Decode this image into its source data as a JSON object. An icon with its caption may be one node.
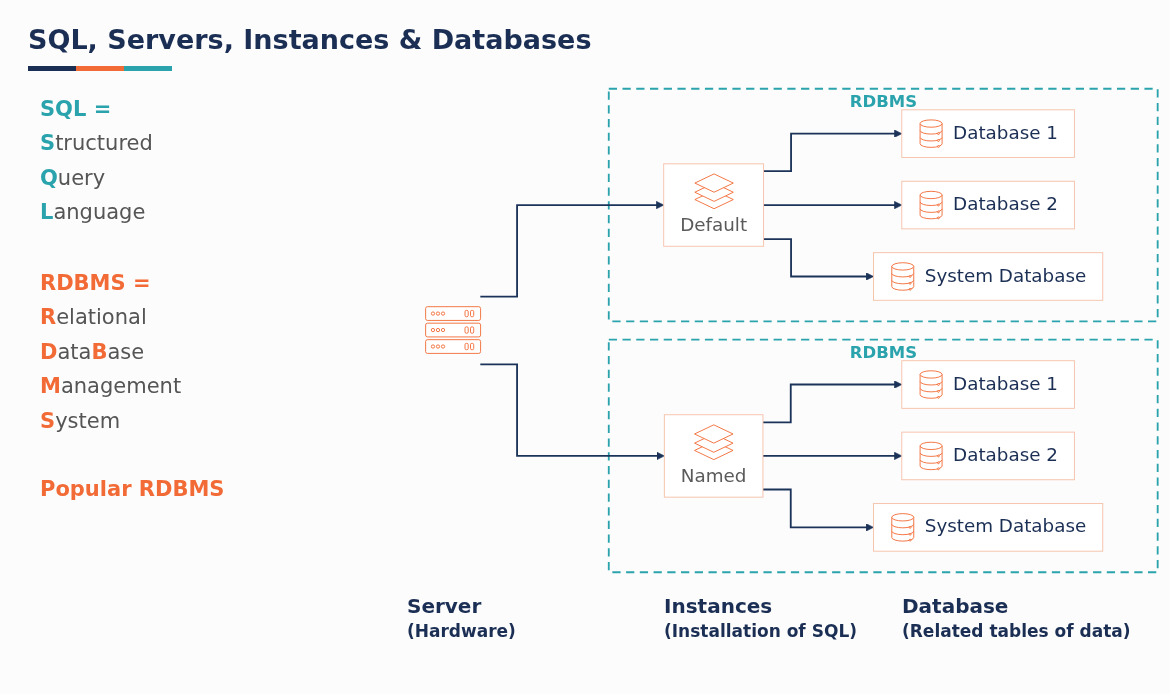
{
  "diagram": {
    "title": "SQL, Servers, Instances & Databases",
    "nodes": [
      {
        "text": [],
        "shape": "picture"
      },
      {
        "text": [
          "RDBMS"
        ]
      },
      {
        "text": [
          "Default"
        ],
        "in": 1
      },
      {
        "text": [
          "Database 1"
        ],
        "in": 1
      },
      {
        "text": [
          "Database 2"
        ],
        "in": 1
      },
      {
        "text": [
          "System Database"
        ],
        "in": 1
      },
      {
        "text": [
          "RDBMS"
        ]
      },
      {
        "text": [
          "Named"
        ],
        "in": 6
      },
      {
        "text": [
          "Database 1"
        ],
        "in": 6
      },
      {
        "text": [
          "Database 2"
        ],
        "in": 6
      },
      {
        "text": [
          "System Database"
        ],
        "in": 6
      }
    ],
    "edges": [
      {
        "from": 0,
        "to": 2,
        "arrow": "to"
      },
      {
        "from": 0,
        "to": 7,
        "arrow": "to"
      },
      {
        "from": 2,
        "to": 3,
        "arrow": "to"
      },
      {
        "from": 2,
        "to": 4,
        "arrow": "to"
      },
      {
        "from": 2,
        "to": 5,
        "arrow": "to"
      },
      {
        "from": 7,
        "to": 8,
        "arrow": "to"
      },
      {
        "from": 7,
        "to": 9,
        "arrow": "to"
      },
      {
        "from": 7,
        "to": 10,
        "arrow": "to"
      }
    ],
    "labels": [
      "SQL =",
      "**S**tructured",
      "**Q**uery",
      "**L**anguage",
      "RDBMS =",
      "**R**elational",
      "**D**ata**B**ase",
      "**M**anagement",
      "**S**ystem",
      "Popular RDBMS",
      "Server",
      "(Hardware)",
      "Instances",
      "(Installation of SQL)",
      "Database",
      "(Related tables of data)"
    ]
  }
}
